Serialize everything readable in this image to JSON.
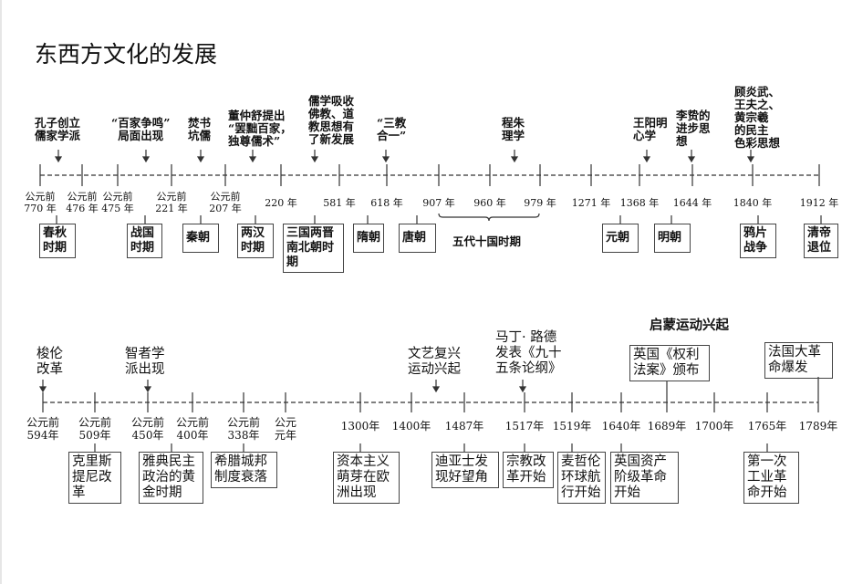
{
  "title": "东西方文化的发展",
  "east": {
    "events": [
      "孔子创立\n儒家学派",
      "“百家争鸣”\n局面出现",
      "焚书\n坑儒",
      "董仲舒提出\n“罢黜百家，\n独尊儒术”",
      "儒学吸收\n佛教、道\n教思想有\n了新发展",
      "“三教\n合一”",
      "程朱\n理学",
      "王阳明\n心学",
      "李贽的\n进步思\n想",
      "顾炎武、\n王夫之、\n黄宗羲\n的民主\n色彩思想"
    ],
    "dates": [
      "公元前\n770 年",
      "公元前\n476 年",
      "公元前\n475 年",
      "公元前\n221 年",
      "公元前\n207 年",
      "220 年",
      "581 年",
      "618 年",
      "907 年",
      "960 年",
      "979 年",
      "1271 年",
      "1368 年",
      "1644 年",
      "1840 年",
      "1912 年"
    ],
    "periods": [
      "春秋\n时期",
      "战国\n时期",
      "秦朝",
      "两汉\n时期",
      "三国两晋\n南北朝时\n期",
      "隋朝",
      "唐朝",
      "五代十国时期",
      "元朝",
      "明朝",
      "鸦片\n战争",
      "清帝\n退位"
    ]
  },
  "west": {
    "events": [
      "梭伦\n改革",
      "智者学\n派出现",
      "文艺复兴\n运动兴起",
      "马丁· 路德\n发表《九十\n五条论纲》",
      "启蒙运动兴起",
      "英国《权利\n法案》颁布",
      "法国大革\n命爆发"
    ],
    "dates": [
      "公元前\n594年",
      "公元前\n509年",
      "公元前\n450年",
      "公元前\n400年",
      "公元前\n338年",
      "公元\n元年",
      "1300年",
      "1400年",
      "1487年",
      "1517年",
      "1519年",
      "1640年",
      "1689年",
      "1700年",
      "1765年",
      "1789年"
    ],
    "periods": [
      "克里斯\n提尼改\n革",
      "雅典民主\n政治的黄\n金时期",
      "希腊城邦\n制度衰落",
      "资本主义\n萌芽在欧\n洲出现",
      "迪亚士发\n现好望角",
      "宗教改\n革开始",
      "麦哲伦\n环球航\n行开始",
      "英国资产\n阶级革命\n开始",
      "第一次\n工业革\n命开始"
    ]
  }
}
